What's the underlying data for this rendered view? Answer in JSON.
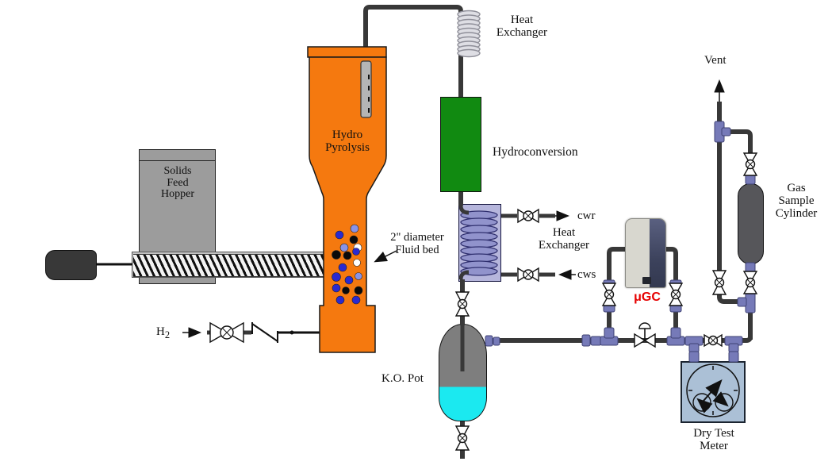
{
  "labels": {
    "vent": "Vent",
    "heat_exchanger_top": [
      "Heat",
      "Exchanger"
    ],
    "hydro_pyrolysis": [
      "Hydro",
      "Pyrolysis"
    ],
    "hydroconversion": "Hydroconversion",
    "solids_feed_hopper": [
      "Solids",
      "Feed",
      "Hopper"
    ],
    "fluid_bed": [
      "2\" diameter",
      "Fluid bed"
    ],
    "heat_exchanger_mid": [
      "Heat",
      "Exchanger"
    ],
    "cwr": "cwr",
    "cws": "cws",
    "h2_base": "H",
    "h2_sub": "2",
    "ko_pot": "K.O. Pot",
    "ugc": "μGC",
    "gas_sample_cylinder": [
      "Gas",
      "Sample",
      "Cylinder"
    ],
    "dry_test_meter": [
      "Dry Test",
      "Meter"
    ]
  },
  "colors": {
    "reactor_orange": "#F5790F",
    "hydroconversion_green": "#118A11",
    "hx_body_lavender": "#B6B6DC",
    "hx_coil_purple": "#9193CC",
    "coil_silver": "#DEDEE4",
    "ko_pot_gray": "#7E7E7E",
    "ko_pot_liquid_cyan": "#1BE9F0",
    "pipe_dark": "#383838",
    "fitting_purple": "#767AB8",
    "meter_body_blue": "#ABC0D6",
    "ugc_label_red": "#E60000",
    "hopper_gray": "#9C9C9C",
    "motor_dark": "#383838",
    "cylinder_dark_gray": "#56565A"
  }
}
